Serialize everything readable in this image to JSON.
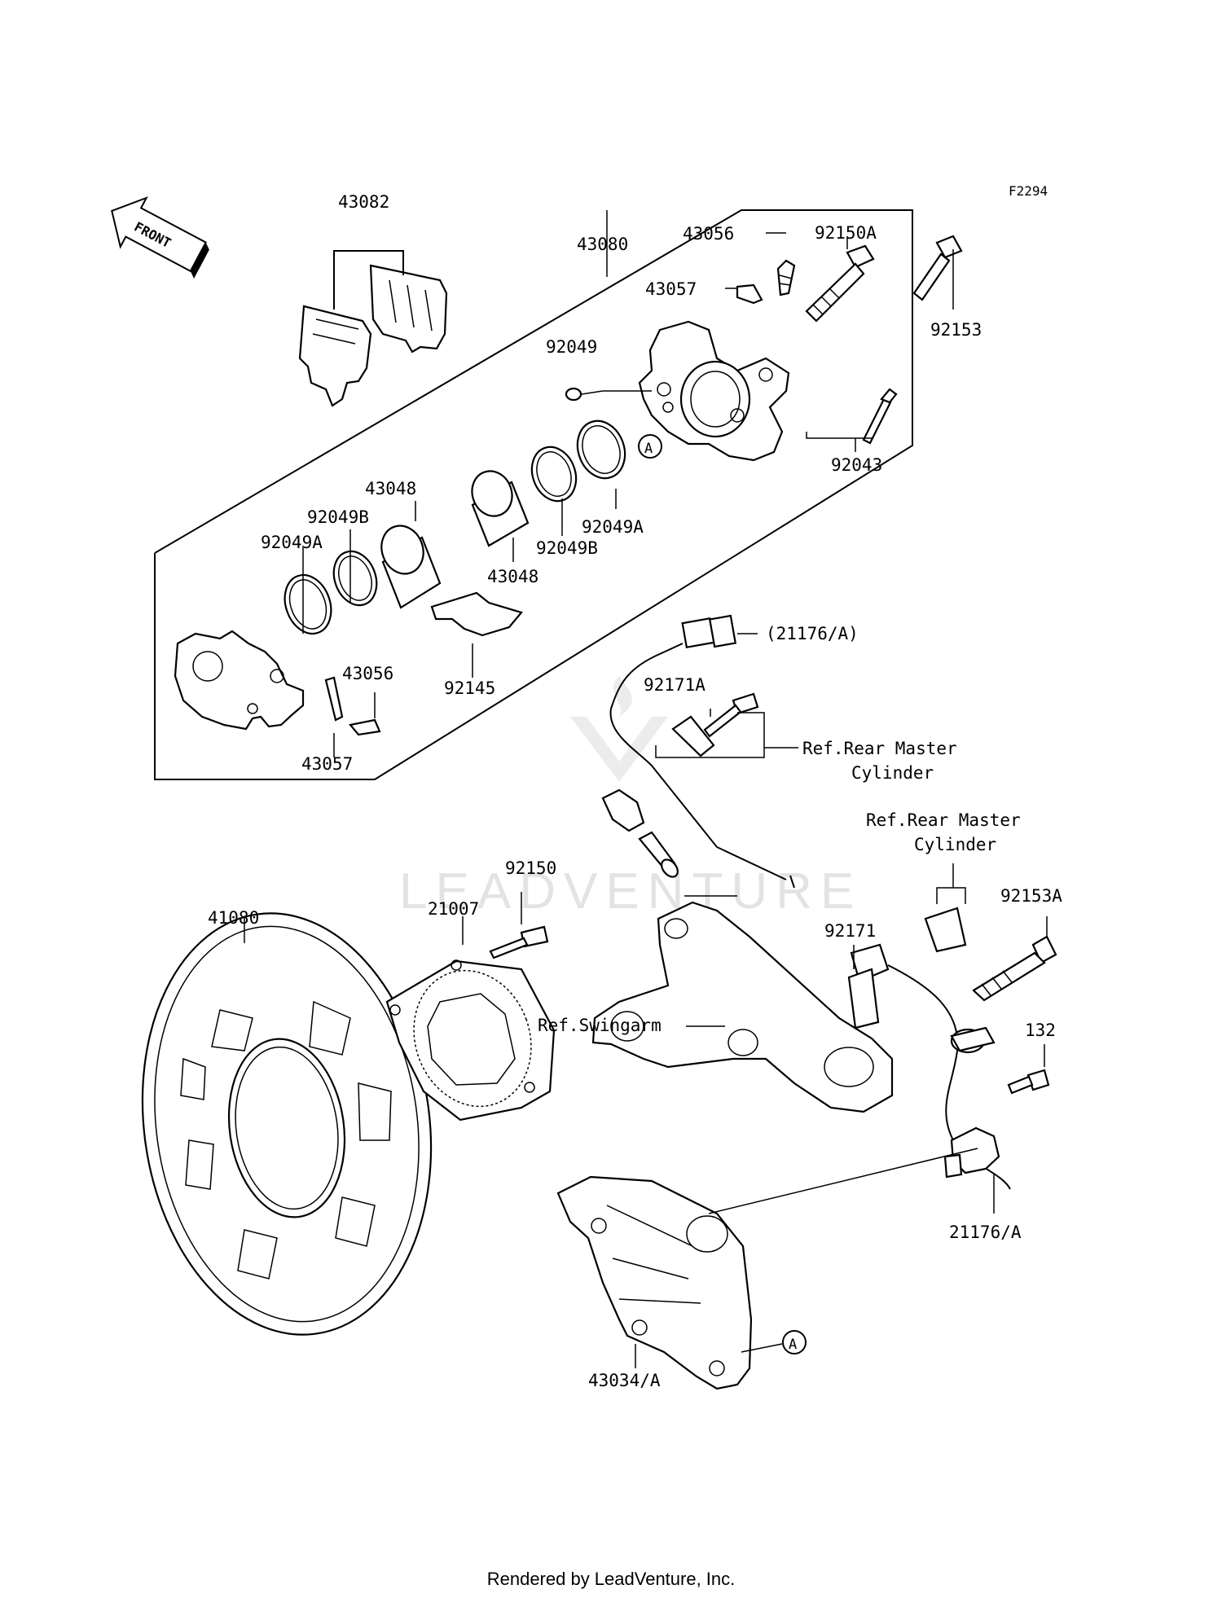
{
  "diagram_code": "F2294",
  "direction_label": "FRONT",
  "watermark": "LEADVENTURE",
  "footer_text": "Rendered by LeadVenture, Inc.",
  "callouts": {
    "c43082": "43082",
    "c43080": "43080",
    "c43056_top": "43056",
    "c43057_top": "43057",
    "c92150A": "92150A",
    "c92153": "92153",
    "c92049": "92049",
    "c92043": "92043",
    "c43048_top": "43048",
    "c92049B_top": "92049B",
    "c92049A_left": "92049A",
    "c43048_mid": "43048",
    "c92049B_mid": "92049B",
    "c92049A_mid": "92049A",
    "c43056_low": "43056",
    "c43057_low": "43057",
    "c92145": "92145",
    "c21176A_paren": "(21176/A)",
    "c92171A": "92171A",
    "c92150": "92150",
    "c41080": "41080",
    "c21007": "21007",
    "c92171": "92171",
    "c92153A": "92153A",
    "c132": "132",
    "c21176A": "21176/A",
    "c43034A": "43034/A",
    "marker_a_top": "A",
    "marker_a_bottom": "A"
  },
  "references": {
    "rear_master_1_line1": "Ref.Rear Master",
    "rear_master_1_line2": "Cylinder",
    "rear_master_2_line1": "Ref.Rear Master",
    "rear_master_2_line2": "Cylinder",
    "swingarm": "Ref.Swingarm"
  }
}
